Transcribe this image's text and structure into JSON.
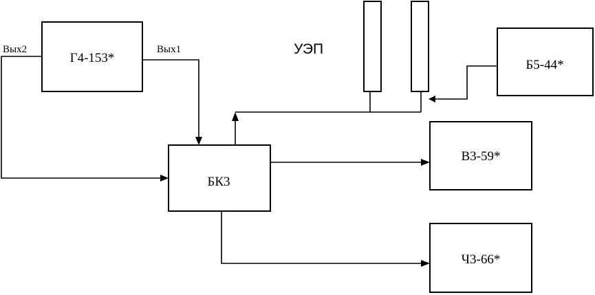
{
  "diagram": {
    "blocks": {
      "generator": "Г4-153*",
      "bkz": "БК3",
      "b5": "Б5-44*",
      "v3": "В3-59*",
      "ch3": "Ч3-66*"
    },
    "ports": {
      "out1": "Вых1",
      "out2": "Вых2"
    },
    "uep": "УЭП"
  }
}
